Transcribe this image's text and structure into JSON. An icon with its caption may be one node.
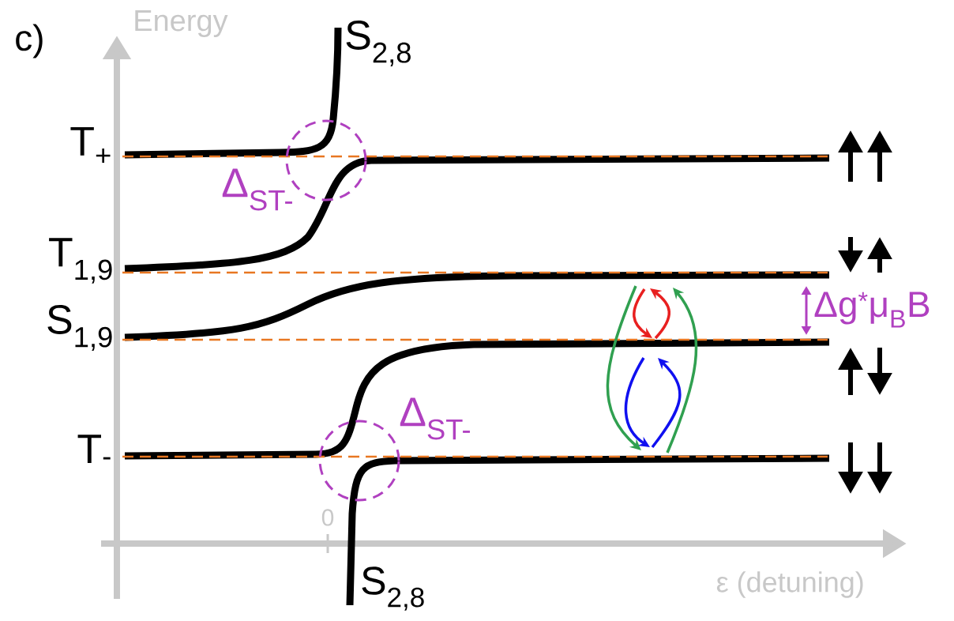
{
  "diagram": {
    "labels": [
      "c)",
      "Energy",
      "S$_{2,8}$",
      "T$_{+}$",
      "Δ$_{ST-}$",
      "T$_{1,9}$",
      "S$_{1,9}$",
      "Δg$^{*}$μ$_{B}$B",
      "Δ$_{ST-}$",
      "T$_{-}$",
      "0",
      "S$_{2,8}$",
      "ε (detuning)"
    ]
  }
}
